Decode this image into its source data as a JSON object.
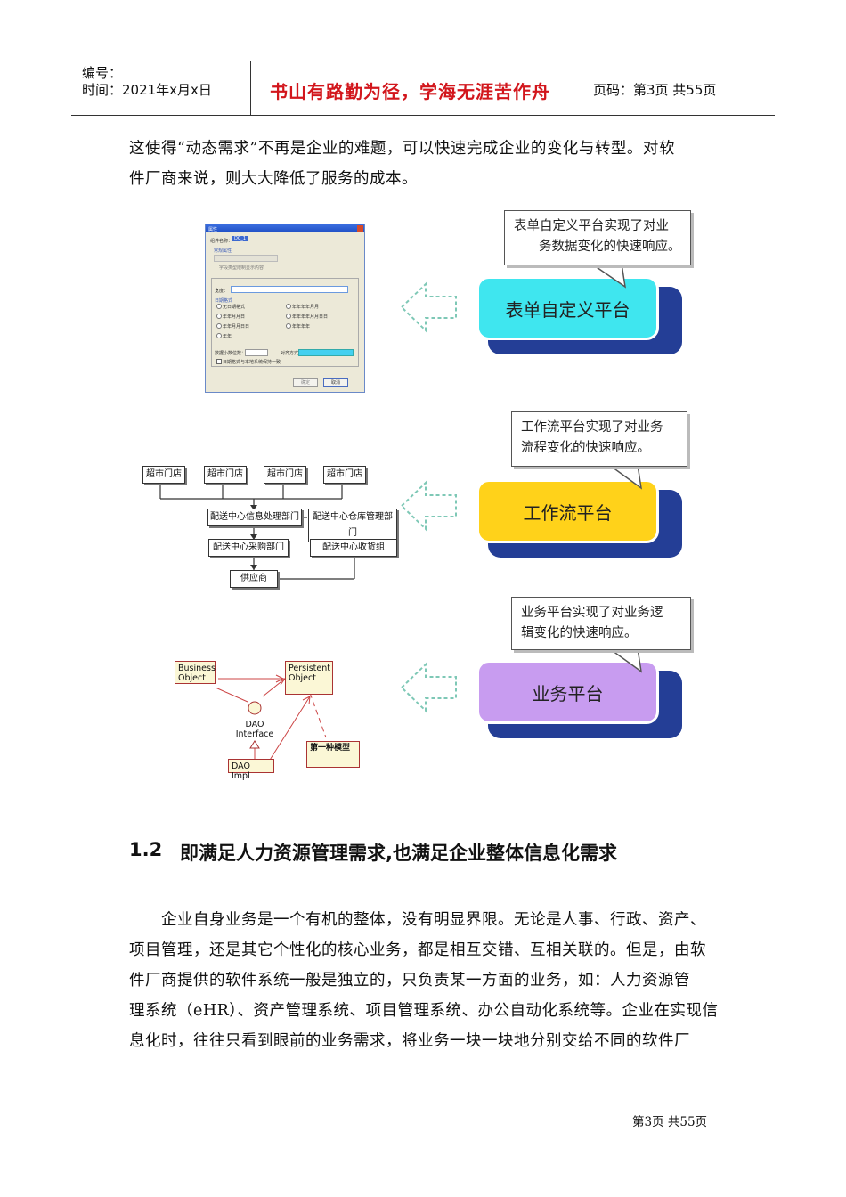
{
  "header": {
    "code_label": "编号：",
    "time_label": "时间：2021年x月x日",
    "motto": "书山有路勤为径，学海无涯苦作舟",
    "page_label": "页码：第3页 共55页"
  },
  "intro_lines": [
    "这使得“动态需求”不再是企业的难题，可以快速完成企业的变化与转型。对软",
    "件厂商来说，则大大降低了服务的成本。"
  ],
  "platforms": [
    {
      "label": "表单自定义平台",
      "callout": [
        "表单自定义平台实现了对业",
        "务数据变化的快速响应。"
      ],
      "color": "#3fe6ef"
    },
    {
      "label": "工作流平台",
      "callout": [
        "工作流平台实现了对业务",
        "流程变化的快速响应。"
      ],
      "color": "#ffd21a"
    },
    {
      "label": "业务平台",
      "callout": [
        "业务平台实现了对业务逻",
        "辑变化的快速响应。"
      ],
      "color": "#c89cf0"
    }
  ],
  "dialog": {
    "title": "属性",
    "field_label": "组件名称：",
    "field_value": "DC_1",
    "group_label": "常规属性",
    "check1": "字段类型限制显示内容",
    "width_label": "宽度：",
    "format_label": "日期格式",
    "options": [
      "无日期格式",
      "年年年年月月",
      "年年月月日",
      "年年年年月月日日",
      "年年月月日日",
      "年年年年",
      "年年"
    ],
    "decimal_label": "数据小数位数：",
    "align_label": "对齐方式：",
    "check2": "日期格式与本地系统保持一致",
    "ok": "确定",
    "cancel": "取消"
  },
  "workflow_nodes": {
    "stores": [
      "超市门店",
      "超市门店",
      "超市门店",
      "超市门店"
    ],
    "info": "配送中心信息处理部门",
    "warehouse": "配送中心仓库管理部门",
    "purchase": "配送中心采购部门",
    "receive": "配送中心收货组",
    "supplier": "供应商"
  },
  "uml": {
    "business_object": "Business Object",
    "persistent_object": "Persistent Object",
    "dao_interface": "DAO Interface",
    "dao_impl": "DAO Impl",
    "note": "第一种模型"
  },
  "section": {
    "number": "1.2",
    "title": "即满足人力资源管理需求,也满足企业整体信息化需求"
  },
  "para_lines": [
    "企业自身业务是一个有机的整体，没有明显界限。无论是人事、行政、资产、",
    "项目管理，还是其它个性化的核心业务，都是相互交错、互相关联的。但是，由软",
    "件厂商提供的软件系统一般是独立的，只负责某一方面的业务，如：人力资源管",
    "理系统（eHR）、资产管理系统、项目管理系统、办公自动化系统等。企业在实现信",
    "息化时，往往只看到眼前的业务需求，将业务一块一块地分别交给不同的软件厂"
  ],
  "footer": "第3页 共55页"
}
